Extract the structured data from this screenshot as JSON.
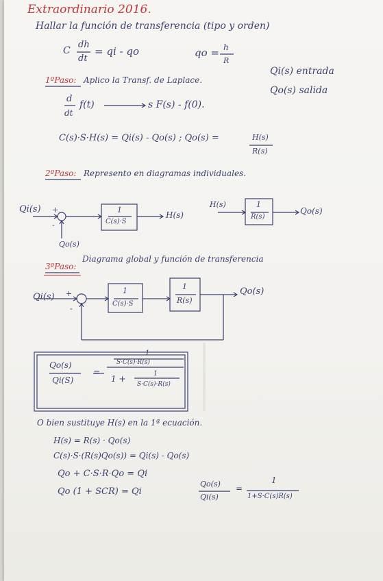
{
  "title": "Extraordinario 2016.",
  "task": "Hallar la función de transferencia (tipo y orden)",
  "eq1": {
    "lhs": "C",
    "frac_num": "dh",
    "frac_den": "dt",
    "rhs": "= qi - qo"
  },
  "eq2": {
    "lhs": "qo =",
    "frac_num": "h",
    "frac_den": "R"
  },
  "legend_in": "Qi(s) entrada",
  "legend_out": "Qo(s) salida",
  "step1": {
    "label": "1ºPaso:",
    "text": "Aplico la Transf. de Laplace."
  },
  "laplace": {
    "num": "d",
    "den": "dt",
    "fn": "f(t)",
    "result": "s F(s) - f(0)."
  },
  "eq3": {
    "main": "C(s)·S·H(s) = Qi(s) - Qo(s)   ;   Qo(s) =",
    "num": "H(s)",
    "den": "R(s)"
  },
  "step2": {
    "label": "2ºPaso:",
    "text": "Represento en diagramas individuales."
  },
  "d1": {
    "input": "Qi(s)",
    "plus": "+",
    "minus": "-",
    "block_num": "1",
    "block_den": "C(s)·S",
    "output": "H(s)",
    "disturbance": "Qo(s)"
  },
  "d2": {
    "input": "H(s)",
    "block_num": "1",
    "block_den": "R(s)",
    "output": "Qo(s)"
  },
  "step3": {
    "label": "3ºPaso:",
    "text": "Diagrama global y función de transferencia"
  },
  "d3": {
    "input": "Qi(s)",
    "plus": "+",
    "minus": "-",
    "block1_num": "1",
    "block1_den": "C(s)·S",
    "block2_num": "1",
    "block2_den": "R(s)",
    "output": "Qo(s)"
  },
  "tf": {
    "lhs_num": "Qo(s)",
    "lhs_den": "Qi(S)",
    "eq": "=",
    "rhs_num": "1",
    "rhs_num_den": "S·C(s)·R(s)",
    "one_plus": "1 +",
    "inner_num": "1",
    "inner_den": "S·C(s)·R(s)"
  },
  "alt": "O bien sustituye H(s) en la 1ª ecuación.",
  "alt_lines": [
    "H(s) = R(s) · Qo(s)",
    "C(s)·S·(R(s)Qo(s)) = Qi(s) - Qo(s)",
    "Qo + C·S·R·Qo = Qi",
    "Qo (1 + SCR) = Qi"
  ],
  "final": {
    "lhs_num": "Qo(s)",
    "lhs_den": "Qi(s)",
    "eq": "=",
    "num": "1",
    "den": "1+S·C(s)R(s)"
  }
}
